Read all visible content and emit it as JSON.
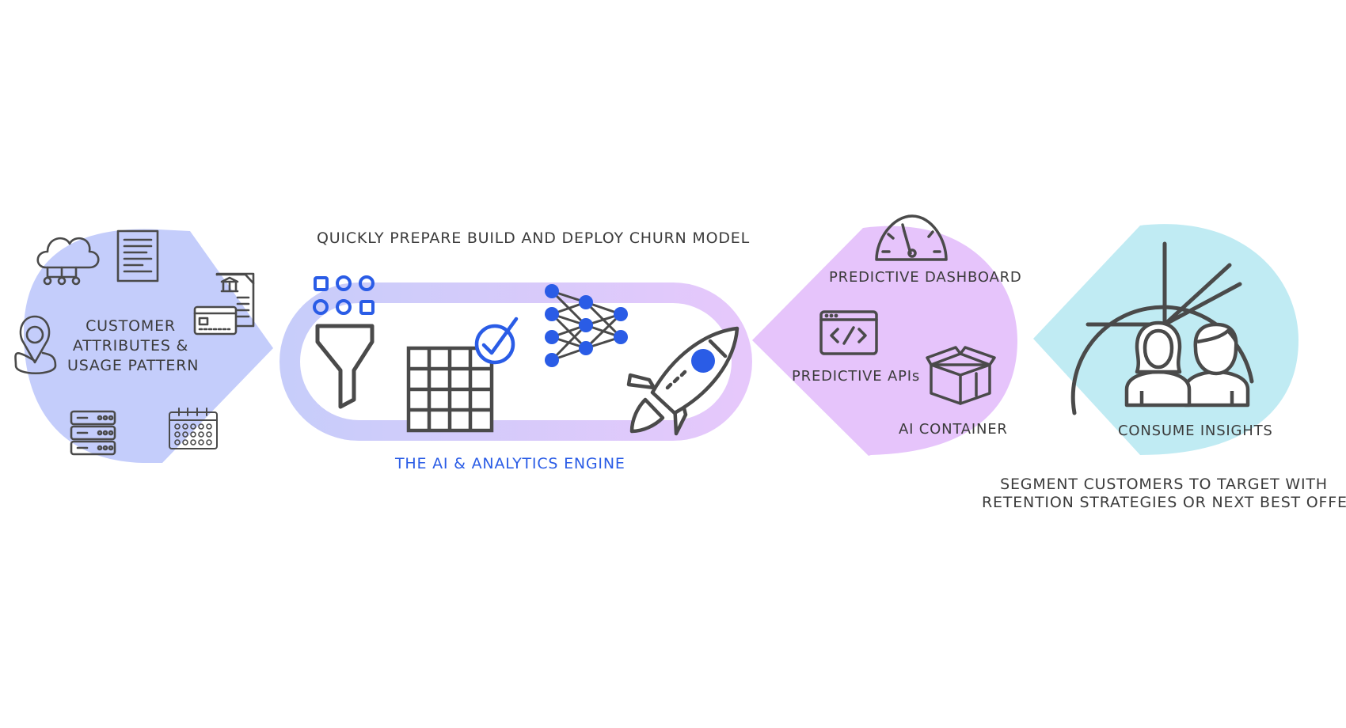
{
  "colors": {
    "stroke": "#4a4a4a",
    "accent": "#2a5ce6",
    "blob_blue": "#c4cdfb",
    "blob_purple": "#e6c4fb",
    "blob_cyan": "#c0ebf3",
    "track_start": "#c7cdfa",
    "track_end": "#e6c8fb"
  },
  "labels": {
    "data_sources": [
      "CUSTOMER",
      "ATTRIBUTES &",
      "USAGE PATTERN"
    ],
    "engine_heading": "QUICKLY PREPARE BUILD AND DEPLOY CHURN MODEL",
    "engine_title": "THE AI & ANALYTICS ENGINE",
    "predictive_dashboard": "PREDICTIVE DASHBOARD",
    "predictive_apis": "PREDICTIVE APIs",
    "ai_container": "AI CONTAINER",
    "consume_insights": "CONSUME INSIGHTS",
    "segment_note": [
      "SEGMENT CUSTOMERS TO TARGET WITH",
      "RETENTION STRATEGIES OR NEXT BEST OFFER"
    ]
  },
  "icons": {
    "data_sources": [
      "cloud-network-icon",
      "document-icon",
      "bank-statement-icon",
      "credit-card-icon",
      "location-pin-icon",
      "server-icon",
      "calendar-icon"
    ],
    "engine_steps": [
      "data-grid-dots-icon",
      "filter-funnel-icon",
      "table-check-icon",
      "neural-network-icon",
      "rocket-icon"
    ],
    "outputs": [
      "dashboard-gauge-icon",
      "code-window-icon",
      "box-container-icon"
    ],
    "insights": [
      "pie-chart-icon",
      "people-icon"
    ]
  }
}
